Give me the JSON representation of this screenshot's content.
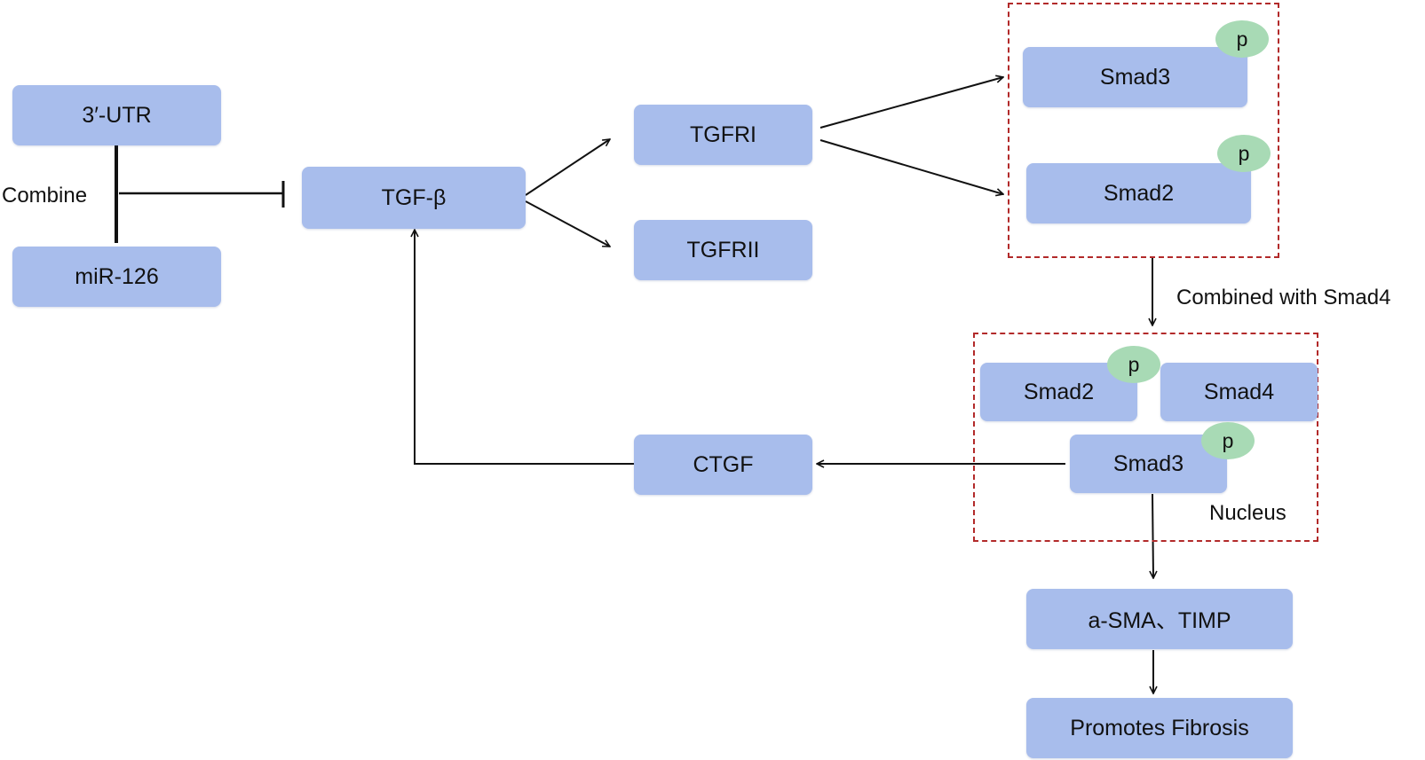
{
  "nodes": {
    "utr": "3′-UTR",
    "mir126": "miR-126",
    "tgfb": "TGF-β",
    "tgfr1": "TGFRI",
    "tgfr2": "TGFRII",
    "smad3_top": "Smad3",
    "smad2_top": "Smad2",
    "smad2_nuc": "Smad2",
    "smad4_nuc": "Smad4",
    "smad3_nuc": "Smad3",
    "ctgf": "CTGF",
    "asma": "a-SMA、TIMP",
    "fibrosis": "Promotes Fibrosis"
  },
  "phospho_label": "p",
  "labels": {
    "combine": "Combine",
    "combined_with": "Combined with Smad4",
    "nucleus": "Nucleus"
  },
  "colors": {
    "node_fill": "#a8bdec",
    "phospho_fill": "#a8dab5",
    "frame_border": "#b22a2a",
    "line": "#111111"
  }
}
